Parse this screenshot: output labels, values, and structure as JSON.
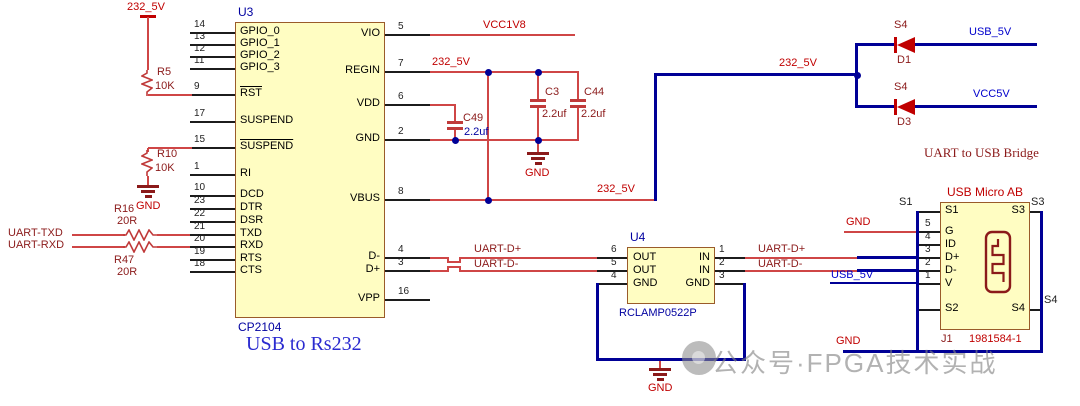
{
  "watermark": {
    "text": "公众号·FPGA技术实战"
  },
  "u3": {
    "designator": "U3",
    "part": "CP2104",
    "caption": "USB to Rs232",
    "left_pins": [
      {
        "num": "14",
        "name": "GPIO_0"
      },
      {
        "num": "13",
        "name": "GPIO_1"
      },
      {
        "num": "12",
        "name": "GPIO_2"
      },
      {
        "num": "11",
        "name": "GPIO_3"
      },
      {
        "num": "9",
        "name": "RST"
      },
      {
        "num": "17",
        "name": "SUSPEND"
      },
      {
        "num": "15",
        "name": "SUSPEND"
      },
      {
        "num": "1",
        "name": "RI"
      },
      {
        "num": "10",
        "name": "DCD"
      },
      {
        "num": "23",
        "name": "DTR"
      },
      {
        "num": "22",
        "name": "DSR"
      },
      {
        "num": "21",
        "name": "TXD"
      },
      {
        "num": "20",
        "name": "RXD"
      },
      {
        "num": "19",
        "name": "RTS"
      },
      {
        "num": "18",
        "name": "CTS"
      }
    ],
    "right_pins": [
      {
        "num": "5",
        "name": "VIO"
      },
      {
        "num": "7",
        "name": "REGIN"
      },
      {
        "num": "6",
        "name": "VDD"
      },
      {
        "num": "2",
        "name": "GND"
      },
      {
        "num": "8",
        "name": "VBUS"
      },
      {
        "num": "4",
        "name": "D-"
      },
      {
        "num": "3",
        "name": "D+"
      },
      {
        "num": "16",
        "name": "VPP"
      }
    ]
  },
  "u4": {
    "designator": "U4",
    "part": "RCLAMP0522P",
    "rows": [
      {
        "lnum": "6",
        "lname": "OUT",
        "rname": "IN",
        "rnum": "1"
      },
      {
        "lnum": "5",
        "lname": "OUT",
        "rname": "IN",
        "rnum": "2"
      },
      {
        "lnum": "4",
        "lname": "GND",
        "rname": "GND",
        "rnum": "3"
      }
    ]
  },
  "j1": {
    "designator": "J1",
    "part": "1981584-1",
    "title": "USB Micro AB",
    "caption": "UART to USB Bridge",
    "left_pins": [
      {
        "num": "",
        "name": "S1"
      },
      {
        "num": "5",
        "name": "G"
      },
      {
        "num": "4",
        "name": "ID"
      },
      {
        "num": "3",
        "name": "D+"
      },
      {
        "num": "2",
        "name": "D-"
      },
      {
        "num": "1",
        "name": "V"
      },
      {
        "num": "",
        "name": "S2"
      }
    ],
    "right_pins": [
      {
        "name": "S3"
      },
      {
        "name": "S4"
      }
    ],
    "pads": {
      "s1": "S1",
      "s3": "S3",
      "s4": "S4"
    }
  },
  "resistors": {
    "r5": {
      "ref": "R5",
      "value": "10K"
    },
    "r10": {
      "ref": "R10",
      "value": "10K"
    },
    "r16": {
      "ref": "R16",
      "value": "20R"
    },
    "r47": {
      "ref": "R47",
      "value": "20R"
    }
  },
  "capacitors": {
    "c49": {
      "ref": "C49",
      "value": "2.2uf"
    },
    "c3": {
      "ref": "C3",
      "value": "2.2uf"
    },
    "c44": {
      "ref": "C44",
      "value": "2.2uf"
    }
  },
  "diodes": {
    "d1": {
      "ref": "D1",
      "pad": "S4",
      "net": "USB_5V"
    },
    "d3": {
      "ref": "D3",
      "pad": "S4",
      "net": "VCC5V"
    }
  },
  "nets": {
    "v232": "232_5V",
    "vcc1v8": "VCC1V8",
    "vcc5v": "VCC5V",
    "usb5v": "USB_5V",
    "gnd": "GND",
    "uart_txd": "UART-TXD",
    "uart_rxd": "UART-RXD",
    "uart_dp": "UART-D+",
    "uart_dm": "UART-D-"
  }
}
